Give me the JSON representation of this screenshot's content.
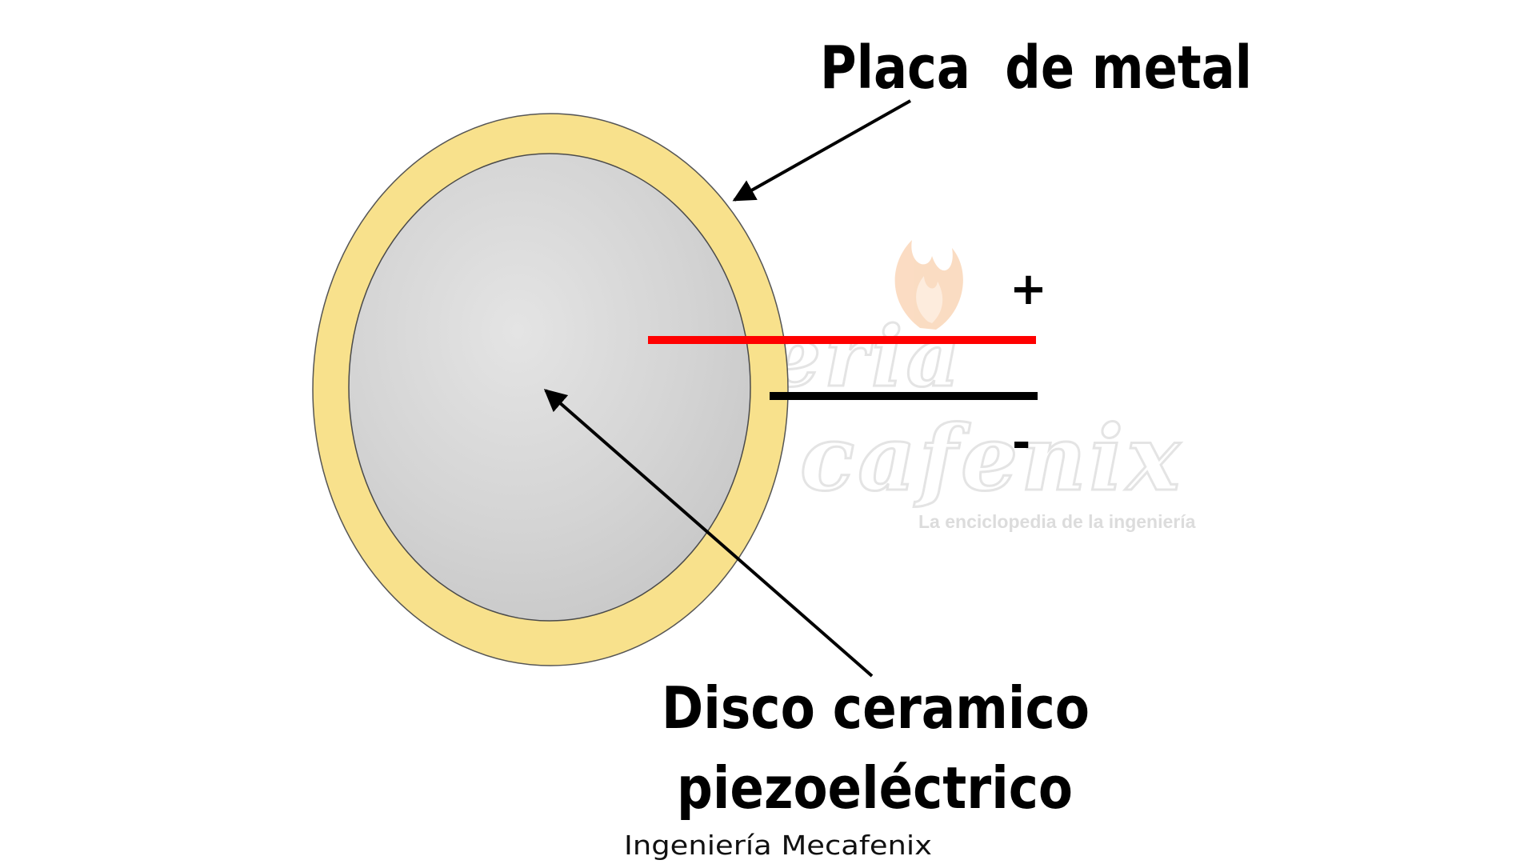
{
  "diagram": {
    "label_metal_plate": "Placa  de metal",
    "label_disc_line1": "Disco ceramico",
    "label_disc_line2": "piezoeléctrico",
    "terminal_positive": "+",
    "terminal_negative": "-",
    "credit": "Ingeniería Mecafenix"
  },
  "watermark": {
    "script_line1": "eria",
    "script_line2": "cafenix",
    "tagline": "La enciclopedia de la ingeniería"
  },
  "colors": {
    "metal_plate": "#f8e18c",
    "metal_plate_edge": "#555555",
    "ceramic_disc": "#d6d6d6",
    "positive_wire": "#ff0000",
    "negative_wire": "#000000",
    "arrow": "#000000",
    "watermark_flame": "#f6b27a"
  },
  "icons": {
    "watermark_logo": "flame-icon"
  }
}
